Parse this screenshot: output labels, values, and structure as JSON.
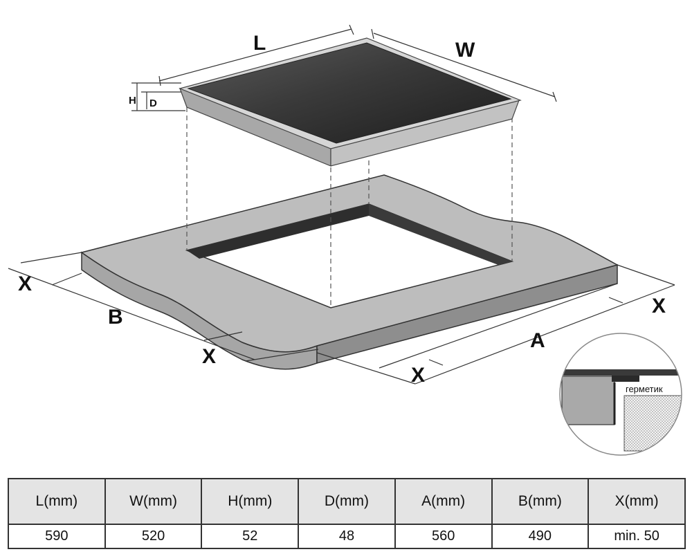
{
  "labels": {
    "L": "L",
    "W": "W",
    "H": "H",
    "D": "D",
    "A": "A",
    "B": "B",
    "X": "X",
    "sealant": "герметик"
  },
  "colors": {
    "glass": "#2e2e2e",
    "frame": "#c8c8c8",
    "counter_top": "#b8b8b8",
    "counter_side": "#9a9a9a",
    "line": "#333333"
  },
  "table": {
    "headers": [
      "L(mm)",
      "W(mm)",
      "H(mm)",
      "D(mm)",
      "A(mm)",
      "B(mm)",
      "X(mm)"
    ],
    "values": [
      "590",
      "520",
      "52",
      "48",
      "560",
      "490",
      "min. 50"
    ]
  }
}
